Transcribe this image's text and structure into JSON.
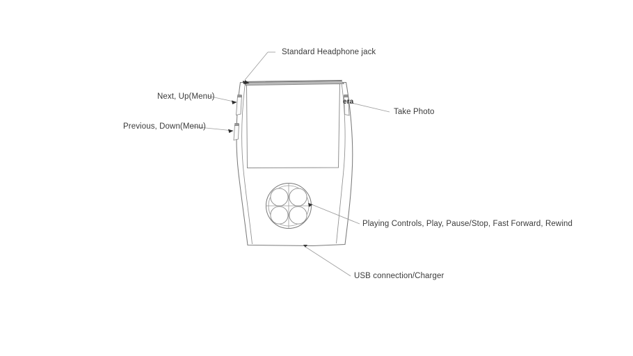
{
  "figure": {
    "background_color": "#ffffff",
    "line_color": "#6b6b6b",
    "text_color": "#3a3a3a",
    "subject": "portable media player device sketch"
  },
  "device": {
    "screen_label": "display-screen",
    "top_strip_label": "headphone-jack-edge",
    "control_wheel": {
      "name": "playing-controls-wheel",
      "button_count": 4
    },
    "side_buttons": [
      {
        "name": "next-up-button",
        "side": "left"
      },
      {
        "name": "previous-down-button",
        "side": "left"
      },
      {
        "name": "camera-button",
        "side": "right"
      }
    ],
    "usb_port": {
      "name": "usb-port"
    }
  },
  "annotations": [
    {
      "id": "headphone-jack",
      "text": "Standard Headphone jack",
      "target": "top-left-corner"
    },
    {
      "id": "next-up",
      "text": "Next, Up(Menu)",
      "target": "left-upper-button"
    },
    {
      "id": "previous-down",
      "text": "Previous, Down(Menu)",
      "target": "left-lower-button"
    },
    {
      "id": "camera",
      "text": "era",
      "target": "right-side-button"
    },
    {
      "id": "take-photo",
      "text": "Take Photo",
      "target": "right-side-button"
    },
    {
      "id": "playing-controls",
      "text": "Playing Controls, Play, Pause/Stop, Fast Forward, Rewind",
      "target": "control-wheel"
    },
    {
      "id": "usb",
      "text": "USB connection/Charger",
      "target": "bottom-edge-port"
    }
  ]
}
